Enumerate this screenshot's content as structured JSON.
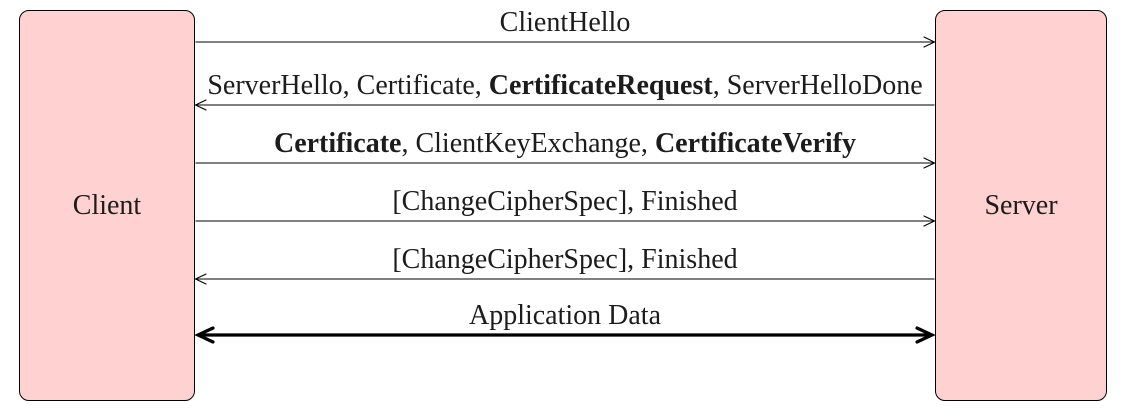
{
  "actors": {
    "left": "Client",
    "right": "Server"
  },
  "colors": {
    "actor_fill": "#ffd1d1",
    "actor_border": "#000000",
    "line": "#000000",
    "text": "#1c1c1c"
  },
  "messages": [
    {
      "direction": "right",
      "thick": false,
      "segments": [
        {
          "text": "ClientHello",
          "bold": false
        }
      ]
    },
    {
      "direction": "left",
      "thick": false,
      "segments": [
        {
          "text": "ServerHello, Certificate, ",
          "bold": false
        },
        {
          "text": "CertificateRequest",
          "bold": true
        },
        {
          "text": ", ServerHelloDone",
          "bold": false
        }
      ]
    },
    {
      "direction": "right",
      "thick": false,
      "segments": [
        {
          "text": "Certificate",
          "bold": true
        },
        {
          "text": ", ClientKeyExchange, ",
          "bold": false
        },
        {
          "text": "CertificateVerify",
          "bold": true
        }
      ]
    },
    {
      "direction": "right",
      "thick": false,
      "segments": [
        {
          "text": "[ChangeCipherSpec], Finished",
          "bold": false
        }
      ]
    },
    {
      "direction": "left",
      "thick": false,
      "segments": [
        {
          "text": "[ChangeCipherSpec], Finished",
          "bold": false
        }
      ]
    },
    {
      "direction": "both",
      "thick": true,
      "segments": [
        {
          "text": "Application Data",
          "bold": false
        }
      ]
    }
  ]
}
